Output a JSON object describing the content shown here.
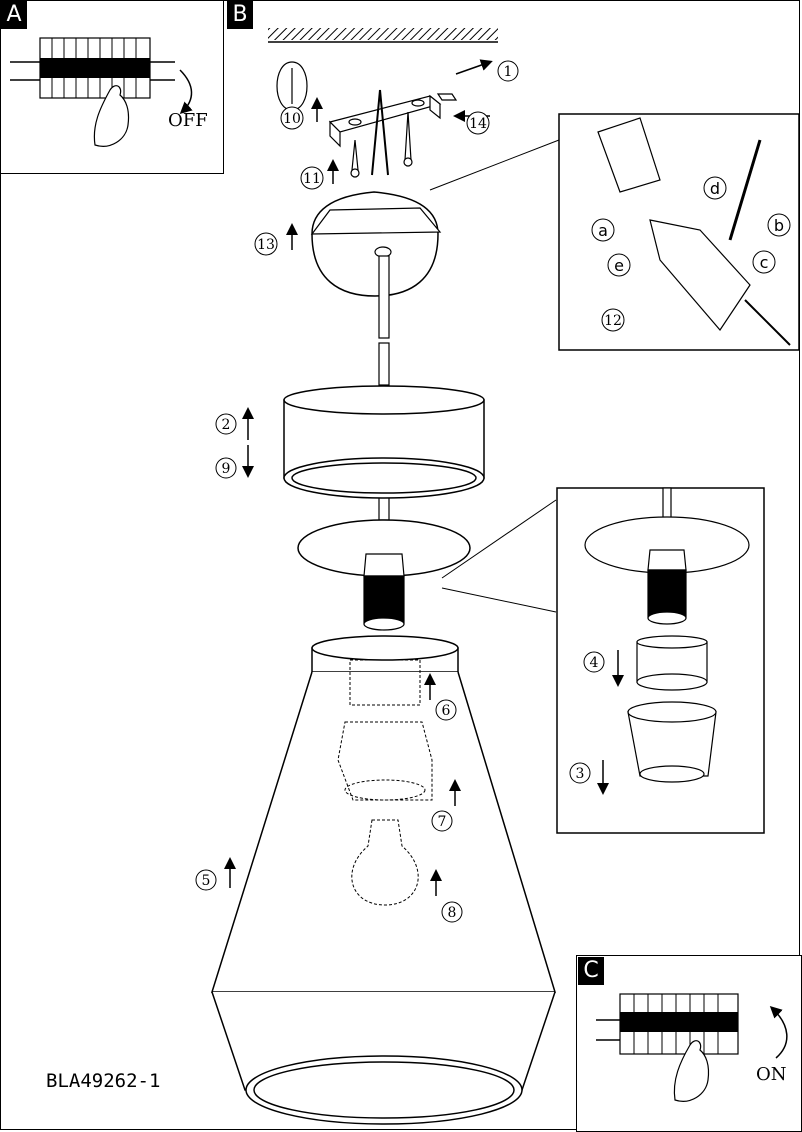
{
  "panels": {
    "a": {
      "tag": "A",
      "text": "OFF"
    },
    "b": {
      "tag": "B"
    },
    "c": {
      "tag": "C",
      "text": "ON"
    }
  },
  "model_code": "BLA49262-1",
  "steps": [
    "1",
    "2",
    "3",
    "4",
    "5",
    "6",
    "7",
    "8",
    "9",
    "10",
    "11",
    "12",
    "13",
    "14"
  ],
  "detail_letters": [
    "a",
    "b",
    "c",
    "d",
    "e"
  ]
}
